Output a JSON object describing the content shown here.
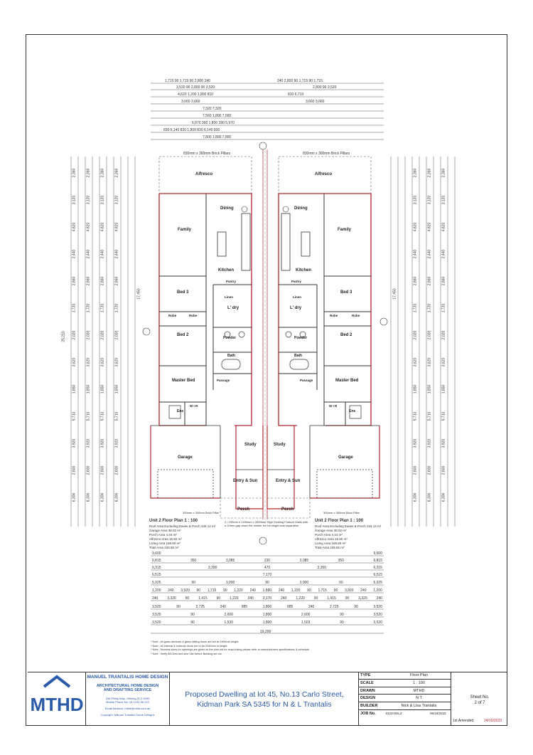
{
  "units": {
    "top": {
      "label": "Unit 2 Floor Plan 1 : 100",
      "areas": [
        "Roof Area Excluding Eaves & Porch 234.12 m²",
        "Garage Area 38.02 m²",
        "Porch Area 4.44 m²",
        "Alfresco Area 16.50 m²",
        "Living Area 168.60 m²",
        "Total Area 228.56 m²"
      ]
    },
    "right": {
      "label": "Unit 2 Floor Plan 1 : 100",
      "areas": [
        "Roof Area Excluding Eaves & Porch 234.12 m²",
        "Garage Area 38.02 m²",
        "Porch Area 4.44 m²",
        "Alfresco Area 16.50 m²",
        "Living Area 168.60 m²",
        "Total Area 228.56 m²"
      ]
    }
  },
  "rooms": {
    "alfresco": "Alfresco",
    "dining": "Dining",
    "family": "Family",
    "kitchen": "Kitchen",
    "pantry": "Pantry",
    "bed3": "Bed 3",
    "bed2": "Bed 2",
    "robe": "Robe",
    "ldry": "L' dry",
    "linen": "Linen",
    "powder": "Powder",
    "bath": "Bath",
    "master": "Master Bed",
    "passage": "Passage",
    "wir": "W I R",
    "ens": "Ens",
    "study": "Study",
    "entry": "Entry & Sun",
    "porch": "Porch",
    "garage": "Garage"
  },
  "top_dims": {
    "row1_left": [
      "1,715",
      "90",
      "1,715",
      "90",
      "2,800",
      "240"
    ],
    "row1_right": [
      "240",
      "2,800",
      "90",
      "1,715",
      "90",
      "1,715"
    ],
    "row2_left": [
      "3,520",
      "90",
      "2,800",
      "90",
      "3,520"
    ],
    "row2_right": [
      "2,800",
      "90",
      "3,520"
    ],
    "row3_left": [
      "4,620",
      "1,200",
      "1,800",
      "810"
    ],
    "row3_right": [
      "810",
      "6,710"
    ],
    "row4_left": [
      "3,660",
      "3,660"
    ],
    "row4_right": [
      "3,660",
      "3,660"
    ],
    "row5": [
      "7,320",
      "7,320"
    ],
    "row6": [
      "7,560",
      "1,800",
      "7,560"
    ],
    "row7": [
      "6,870",
      "390",
      "1,800",
      "390",
      "5,970"
    ],
    "row8": [
      "830",
      "6,140",
      "830",
      "1,800",
      "830",
      "6,140",
      "830"
    ],
    "row9": [
      "7,800",
      "1,800",
      "7,800"
    ]
  },
  "bottom_dims": {
    "row1": [
      "9,600",
      "9,600"
    ],
    "row2": [
      "6,815",
      "350",
      "3,085",
      "230",
      "3,085",
      "350",
      "6,815"
    ],
    "row3": [
      "6,315",
      "3,390",
      "470",
      "3,350",
      "6,315"
    ],
    "row4": [
      "6,515",
      "7,170",
      "6,515"
    ],
    "row5": [
      "5,925",
      "90",
      "3,000",
      "90",
      "3,000",
      "90",
      "5,925"
    ],
    "row6": [
      "1,200",
      "240",
      "3,920",
      "90",
      "1,715",
      "90",
      "1,220",
      "240",
      "1,880",
      "240",
      "1,220",
      "90",
      "1,715",
      "90",
      "3,920",
      "240",
      "1,200"
    ],
    "row7": [
      "240",
      "3,320",
      "90",
      "1,415",
      "90",
      "1,220",
      "240",
      "3,170",
      "240",
      "1,220",
      "90",
      "1,415",
      "90",
      "3,320",
      "240"
    ],
    "row8": [
      "3,520",
      "90",
      "2,725",
      "240",
      "985",
      "1,800",
      "985",
      "240",
      "2,725",
      "90",
      "3,520"
    ],
    "row9": [
      "3,520",
      "90",
      "2,600",
      "1,800",
      "2,600",
      "90",
      "3,520"
    ],
    "row10": [
      "3,520",
      "90",
      "1,530",
      "1,800",
      "1,503",
      "90",
      "3,520"
    ],
    "total": "19,200"
  },
  "side_dims": {
    "left_total": "25,210",
    "left_inner": "17,450",
    "right_total": "17,450",
    "left_col": [
      "2,360",
      "3,120",
      "4,820",
      "2,440",
      "2,860",
      "1,720",
      "2,020",
      "3,620",
      "1,850",
      "5,710",
      "3,920",
      "2,800",
      "6,300"
    ],
    "right_col": [
      "2,360",
      "3,120",
      "4,820",
      "2,440",
      "2,860",
      "1,720",
      "2,020",
      "3,620",
      "1,850",
      "5,710",
      "3,920",
      "2,800",
      "6,300"
    ]
  },
  "annotations": {
    "pillars_top": "830mm x 300mm Brick Pillars",
    "pillars_bottom": "300mm x 300mm Brick Pillar",
    "party_wall": "2 / 230mm x 1450mm x 3450mm High Dividing Feature Walls with a 10mm gap down the middle for full height wall separation"
  },
  "notes": [
    "* Note : All glass windows & glass sliding doors are set at 2400mm height.",
    "* Note : All internal & external doors are to be 2040mm in height.",
    "* Note : Nominal sizes for openings are given on the plan but for exact sizing please refer to manufacturers specifications & schedule.",
    "* Note : Verify All Dims and size Site before Building set out"
  ],
  "title_block": {
    "company": "MANUEL TRANTALIS HOME DESIGN",
    "service_line1": "ARCHITECTURAL HOME DESIGN",
    "service_line2": "AND DRAFTING SERVICE",
    "address": "155 Phillip Way, Glenelg SLD 5295",
    "phone": "Mobile Phone No. 04 1234 56 123",
    "email": "Email Address: mthd@mthd.com.au",
    "copyright": "Copyright: Manuel Trantalis Home Designs",
    "logo": "MTHD",
    "project_line1": "Proposed Dwelling at lot 45, No.13 Carlo Street,",
    "project_line2": "Kidman Park SA 5345 for N & L Trantalis",
    "type_k": "TYPE",
    "type_v": "Floor Plan",
    "scale_k": "SCALE",
    "scale_v": "1 : 100",
    "drawn_k": "DRAWN",
    "drawn_v": "MTHD",
    "design_k": "DESIGN",
    "design_v": "N T",
    "builder_k": "BUILDER",
    "builder_v": "Nick & Lisa Trantalis",
    "job_k": "JOB No.",
    "job_v": "0123-DEL3",
    "rev_note": "1st Amended",
    "rev_date": "24/10/2023",
    "rev_issue_date": "06/10/2023",
    "sheet_label": "Sheet No.",
    "sheet_value": "2 of 7"
  }
}
